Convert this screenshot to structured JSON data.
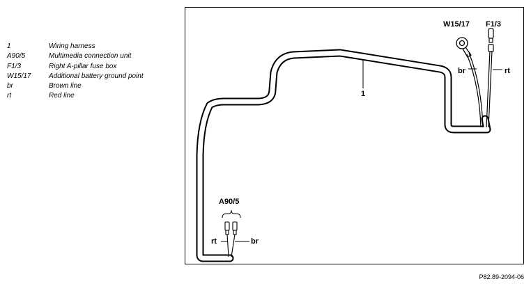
{
  "legend": [
    {
      "code": "1",
      "text": "Wiring harness"
    },
    {
      "code": "A90/5",
      "text": "Multimedia connection unit"
    },
    {
      "code": "F1/3",
      "text": "Right A-pillar fuse box"
    },
    {
      "code": "W15/17",
      "text": "Additional battery ground point"
    },
    {
      "code": "br",
      "text": "Brown line"
    },
    {
      "code": "rt",
      "text": "Red line"
    }
  ],
  "labels": {
    "harness": "1",
    "ground_point": "W15/17",
    "fuse_box": "F1/3",
    "connector": "A90/5",
    "brown_top": "br",
    "red_top": "rt",
    "red_bottom": "rt",
    "brown_bottom": "br"
  },
  "footer": "P82.89-2094-06"
}
